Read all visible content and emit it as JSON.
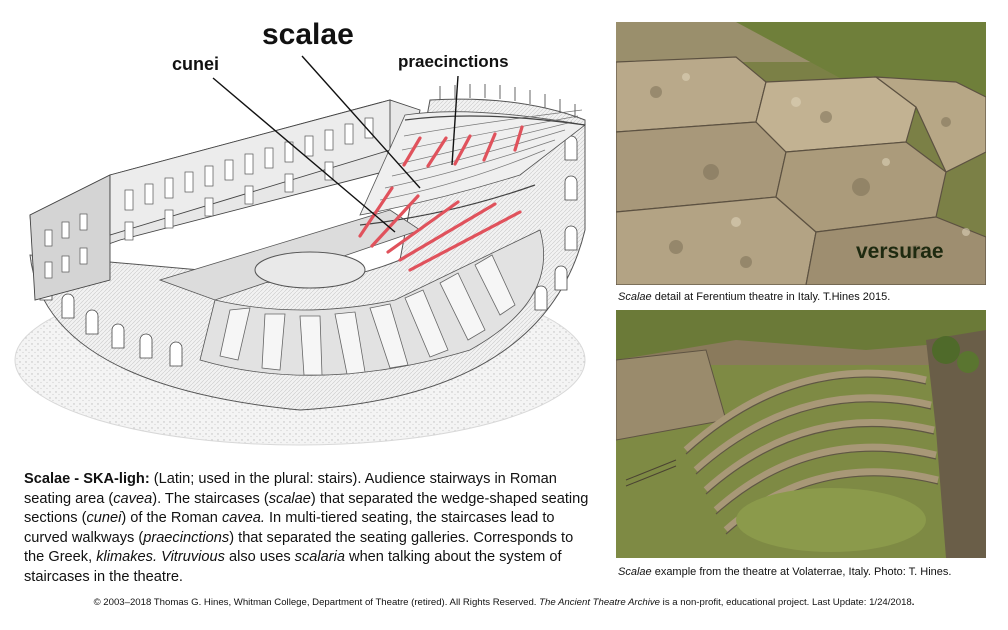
{
  "callouts": {
    "scalae": "scalae",
    "cunei": "cunei",
    "praecinctions": "praecinctions"
  },
  "description": {
    "term": "Scalae - SKA-ligh:",
    "t1": " (Latin; used in the plural: stairs). Audience stairways in Roman seating area (",
    "e1": "cavea",
    "t2": "). The staircases (",
    "e2": "scalae",
    "t3": ") that separated the wedge-shaped seating sections (",
    "e3": "cunei",
    "t4": ") of the Roman ",
    "e4": "cavea.",
    "t5": " In multi-tiered seating, the staircases lead to curved walkways (",
    "e5": "praecinctions",
    "t6": ") that separated the seating galleries. Corresponds to the Greek, ",
    "e6": "klimakes.",
    "t7": " ",
    "e7": "Vitruvious",
    "t8": " also uses ",
    "e8": "scalaria",
    "t9": " when talking about the system of staircases in the theatre."
  },
  "photo1": {
    "overlay": "versurae",
    "caption_em": "Scalae",
    "caption_rest": " detail at Ferentium theatre in Italy. T.Hines 2015."
  },
  "photo2": {
    "caption_em": "Scalae",
    "caption_rest": " example from the theatre at Volaterrae, Italy. Photo: T. Hines."
  },
  "footer": {
    "text1": "© 2003–2018 Thomas G. Hines, Whitman College, Department of Theatre (retired). All Rights Reserved. ",
    "archive": "The Ancient Theatre Archive",
    "text2": " is a non-profit, educational project. Last Update: 1/24/2018",
    "end": "."
  },
  "colors": {
    "stair_highlight": "#e0525c",
    "stone": "#b9a98a",
    "grass": "#6f7f3a"
  }
}
